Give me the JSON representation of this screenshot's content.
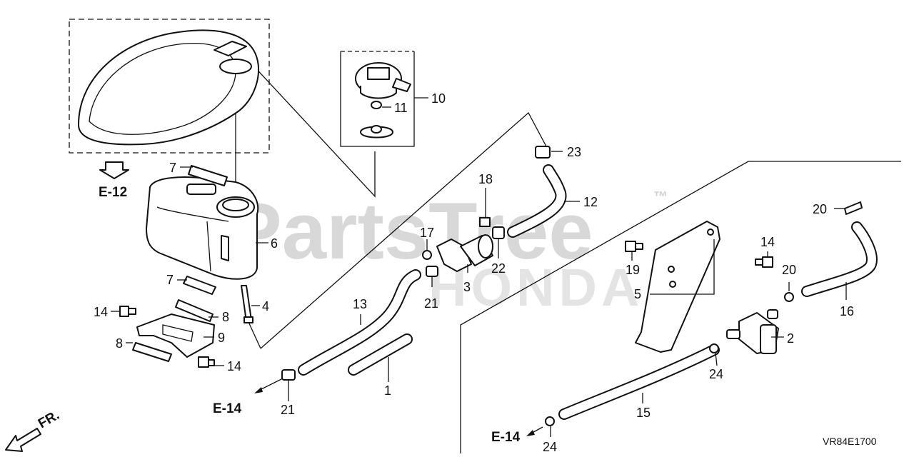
{
  "watermark": {
    "brand": "PartsTree",
    "trademark": "™",
    "maker": "HONDA"
  },
  "diagram_code": "VR84E1700",
  "direction_label": "FR.",
  "references": {
    "e12": "E-12",
    "e14_left": "E-14",
    "e14_right": "E-14"
  },
  "callouts": {
    "c1": "1",
    "c2": "2",
    "c3": "3",
    "c4": "4",
    "c5": "5",
    "c6": "6",
    "c7a": "7",
    "c7b": "7",
    "c8a": "8",
    "c8b": "8",
    "c9": "9",
    "c10": "10",
    "c11": "11",
    "c12": "12",
    "c13": "13",
    "c14a": "14",
    "c14b": "14",
    "c14c": "14",
    "c15": "15",
    "c16": "16",
    "c17": "17",
    "c18": "18",
    "c19": "19",
    "c20a": "20",
    "c20b": "20",
    "c21a": "21",
    "c21b": "21",
    "c22": "22",
    "c23": "23",
    "c24a": "24",
    "c24b": "24"
  }
}
